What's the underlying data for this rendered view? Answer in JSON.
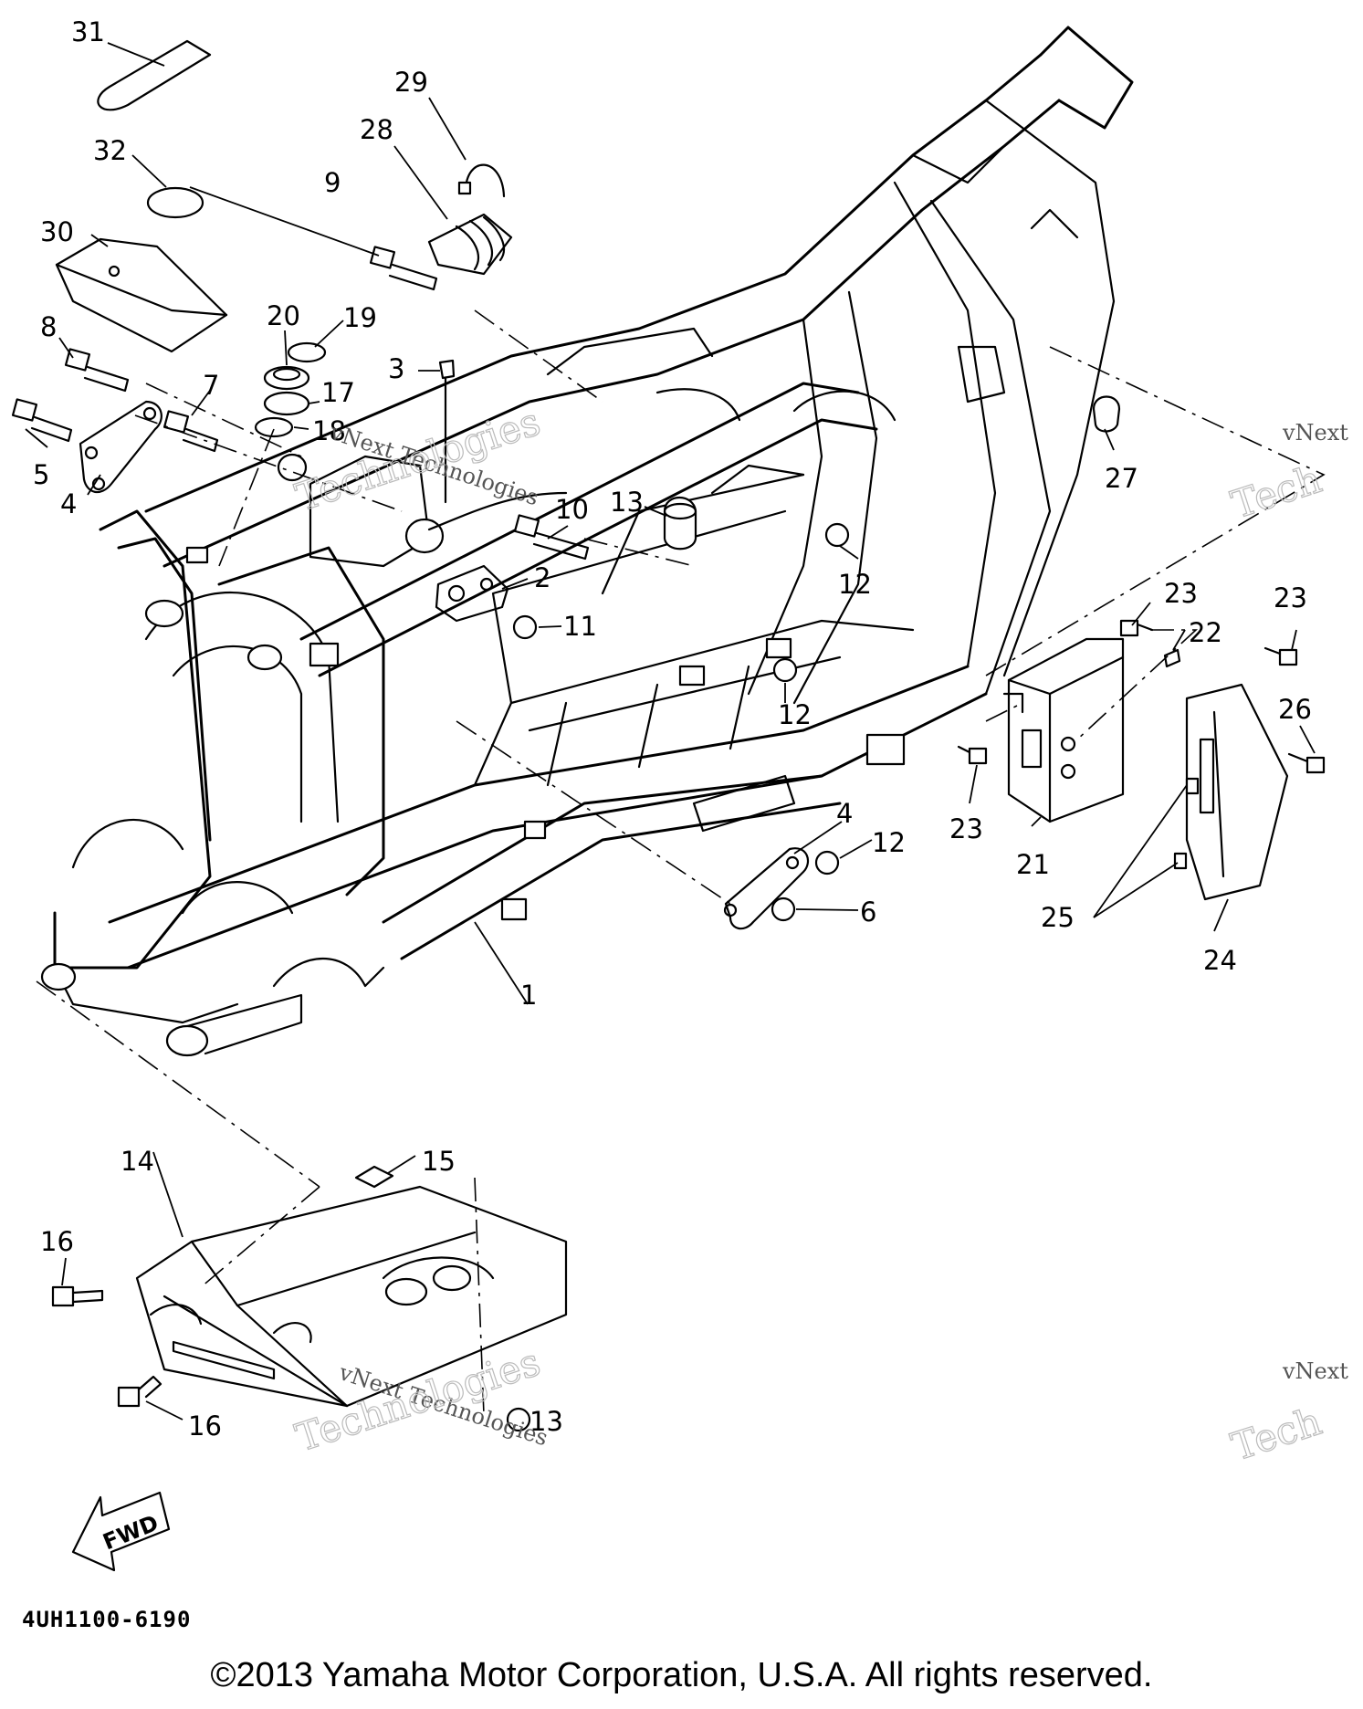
{
  "callouts": [
    {
      "id": "c31",
      "label": "31"
    },
    {
      "id": "c32",
      "label": "32"
    },
    {
      "id": "c30",
      "label": "30"
    },
    {
      "id": "c29",
      "label": "29"
    },
    {
      "id": "c28",
      "label": "28"
    },
    {
      "id": "c9",
      "label": "9"
    },
    {
      "id": "c20",
      "label": "20"
    },
    {
      "id": "c19",
      "label": "19"
    },
    {
      "id": "c8",
      "label": "8"
    },
    {
      "id": "c3",
      "label": "3"
    },
    {
      "id": "c17",
      "label": "17"
    },
    {
      "id": "c7",
      "label": "7"
    },
    {
      "id": "c18",
      "label": "18"
    },
    {
      "id": "c5",
      "label": "5"
    },
    {
      "id": "c4a",
      "label": "4"
    },
    {
      "id": "c27",
      "label": "27"
    },
    {
      "id": "c10",
      "label": "10"
    },
    {
      "id": "c13",
      "label": "13"
    },
    {
      "id": "c12a",
      "label": "12"
    },
    {
      "id": "c2",
      "label": "2"
    },
    {
      "id": "c11",
      "label": "11"
    },
    {
      "id": "c23a",
      "label": "23"
    },
    {
      "id": "c23b",
      "label": "23"
    },
    {
      "id": "c22",
      "label": "22"
    },
    {
      "id": "c26",
      "label": "26"
    },
    {
      "id": "c12b",
      "label": "12"
    },
    {
      "id": "c23c",
      "label": "23"
    },
    {
      "id": "c4b",
      "label": "4"
    },
    {
      "id": "c12c",
      "label": "12"
    },
    {
      "id": "c21",
      "label": "21"
    },
    {
      "id": "c6",
      "label": "6"
    },
    {
      "id": "c25",
      "label": "25"
    },
    {
      "id": "c24",
      "label": "24"
    },
    {
      "id": "c1",
      "label": "1"
    },
    {
      "id": "c14",
      "label": "14"
    },
    {
      "id": "c15",
      "label": "15"
    },
    {
      "id": "c16a",
      "label": "16"
    },
    {
      "id": "c16b",
      "label": "16"
    },
    {
      "id": "c13b",
      "label": "13"
    }
  ],
  "fwd_label": "FWD",
  "watermarks": [
    {
      "line1": "vNext Technologies",
      "line2": "Technologies"
    },
    {
      "line1": "vNext",
      "line2": "Tech"
    },
    {
      "line1": "vNext Technologies",
      "line2": "Technologies"
    },
    {
      "line1": "vNext",
      "line2": "Tech"
    }
  ],
  "diagram_code": "4UH1100-6190",
  "copyright": "©2013 Yamaha Motor Corporation, U.S.A. All rights reserved."
}
